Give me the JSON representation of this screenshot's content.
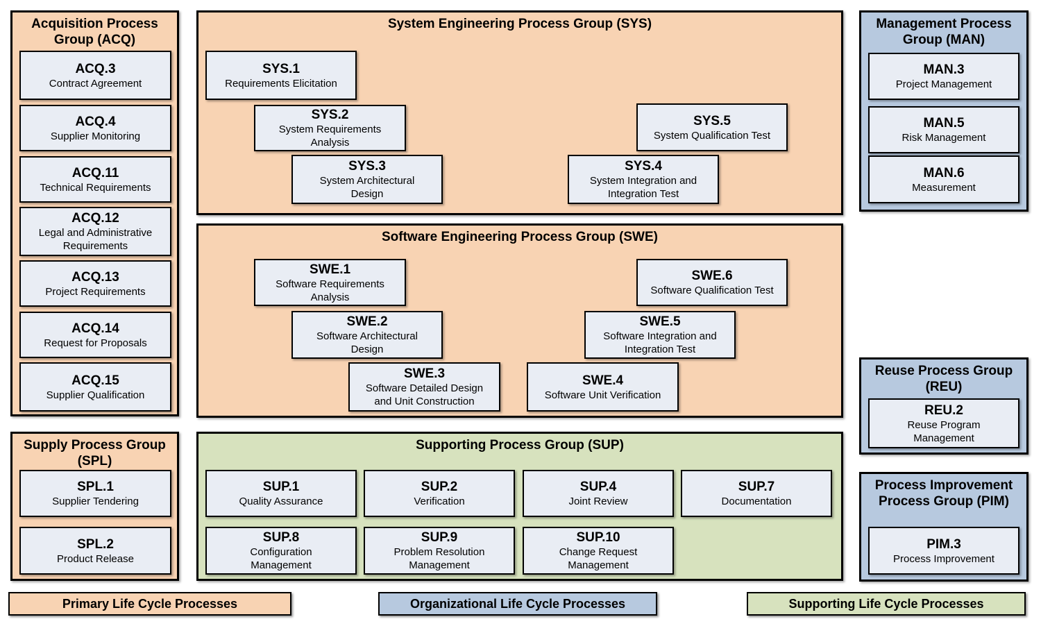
{
  "colors": {
    "primary_bg": "#F8D3B3",
    "organizational_bg": "#B7C9DF",
    "supporting_bg": "#D7E2BE",
    "process_box_bg": "#E9EDF4",
    "border": "#000000"
  },
  "groups": {
    "acq": {
      "title": "Acquisition Process Group (ACQ)",
      "boxes": [
        {
          "code": "ACQ.3",
          "name": "Contract Agreement"
        },
        {
          "code": "ACQ.4",
          "name": "Supplier Monitoring"
        },
        {
          "code": "ACQ.11",
          "name": "Technical Requirements"
        },
        {
          "code": "ACQ.12",
          "name": "Legal and Administrative Requirements"
        },
        {
          "code": "ACQ.13",
          "name": "Project Requirements"
        },
        {
          "code": "ACQ.14",
          "name": "Request for Proposals"
        },
        {
          "code": "ACQ.15",
          "name": "Supplier Qualification"
        }
      ]
    },
    "spl": {
      "title": "Supply Process Group (SPL)",
      "boxes": [
        {
          "code": "SPL.1",
          "name": "Supplier Tendering"
        },
        {
          "code": "SPL.2",
          "name": "Product Release"
        }
      ]
    },
    "sys": {
      "title": "System Engineering Process Group (SYS)",
      "boxes": [
        {
          "code": "SYS.1",
          "name": "Requirements Elicitation"
        },
        {
          "code": "SYS.2",
          "name": "System Requirements Analysis"
        },
        {
          "code": "SYS.3",
          "name": "System Architectural Design"
        },
        {
          "code": "SYS.4",
          "name": "System Integration and Integration Test"
        },
        {
          "code": "SYS.5",
          "name": "System Qualification Test"
        }
      ]
    },
    "swe": {
      "title": "Software Engineering Process Group (SWE)",
      "boxes": [
        {
          "code": "SWE.1",
          "name": "Software Requirements Analysis"
        },
        {
          "code": "SWE.2",
          "name": "Software Architectural Design"
        },
        {
          "code": "SWE.3",
          "name": "Software Detailed Design and Unit Construction"
        },
        {
          "code": "SWE.4",
          "name": "Software Unit Verification"
        },
        {
          "code": "SWE.5",
          "name": "Software Integration and Integration Test"
        },
        {
          "code": "SWE.6",
          "name": "Software Qualification Test"
        }
      ]
    },
    "sup": {
      "title": "Supporting Process Group (SUP)",
      "boxes": [
        {
          "code": "SUP.1",
          "name": "Quality Assurance"
        },
        {
          "code": "SUP.2",
          "name": "Verification"
        },
        {
          "code": "SUP.4",
          "name": "Joint Review"
        },
        {
          "code": "SUP.7",
          "name": "Documentation"
        },
        {
          "code": "SUP.8",
          "name": "Configuration Management"
        },
        {
          "code": "SUP.9",
          "name": "Problem Resolution Management"
        },
        {
          "code": "SUP.10",
          "name": "Change Request Management"
        }
      ]
    },
    "man": {
      "title": "Management Process Group (MAN)",
      "boxes": [
        {
          "code": "MAN.3",
          "name": "Project Management"
        },
        {
          "code": "MAN.5",
          "name": "Risk Management"
        },
        {
          "code": "MAN.6",
          "name": "Measurement"
        }
      ]
    },
    "reu": {
      "title": "Reuse Process Group (REU)",
      "boxes": [
        {
          "code": "REU.2",
          "name": "Reuse Program Management"
        }
      ]
    },
    "pim": {
      "title": "Process Improvement Process Group (PIM)",
      "boxes": [
        {
          "code": "PIM.3",
          "name": "Process Improvement"
        }
      ]
    }
  },
  "legend": [
    {
      "label": "Primary Life Cycle Processes"
    },
    {
      "label": "Organizational Life Cycle Processes"
    },
    {
      "label": "Supporting Life Cycle Processes"
    }
  ]
}
